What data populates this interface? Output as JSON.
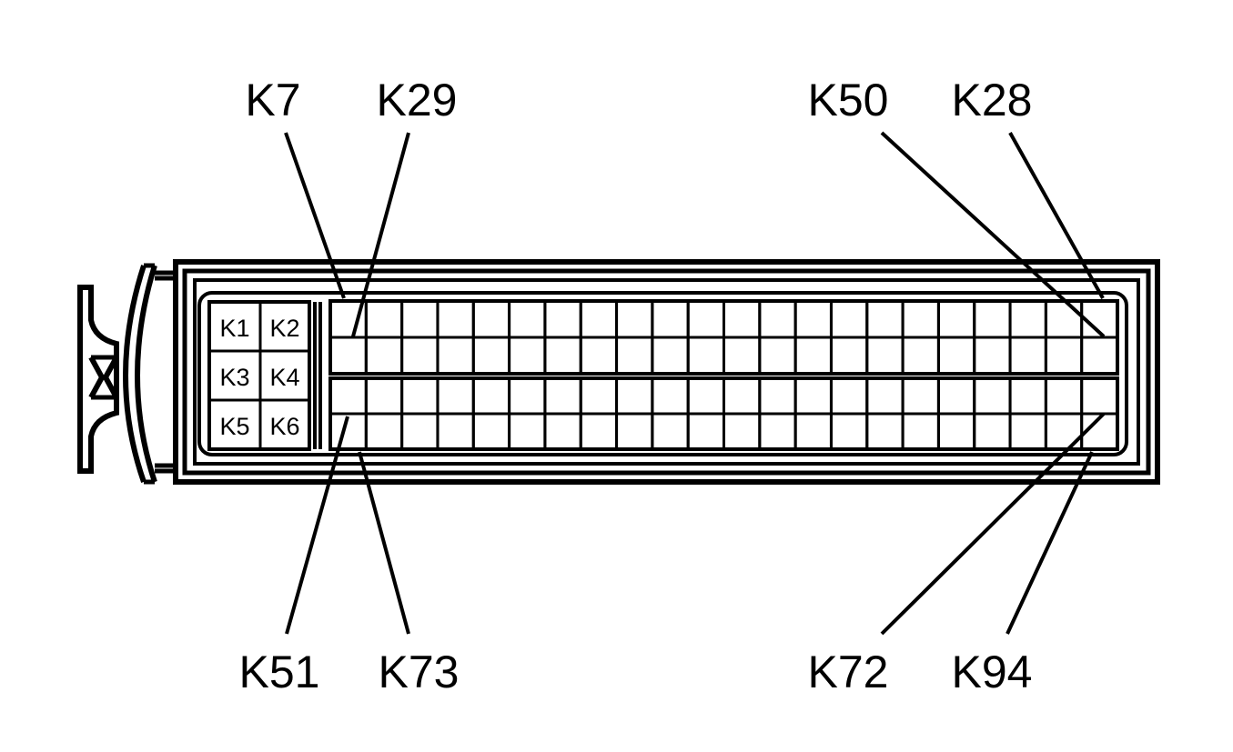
{
  "diagram": {
    "callouts": {
      "k7": "K7",
      "k29": "K29",
      "k50": "K50",
      "k28": "K28",
      "k51": "K51",
      "k73": "K73",
      "k72": "K72",
      "k94": "K94"
    },
    "large_cavities": [
      "K1",
      "K2",
      "K3",
      "K4",
      "K5",
      "K6"
    ],
    "grid": {
      "rows_per_block": 2,
      "columns": 22
    },
    "colors": {
      "line": "#000000",
      "background": "#ffffff"
    }
  }
}
